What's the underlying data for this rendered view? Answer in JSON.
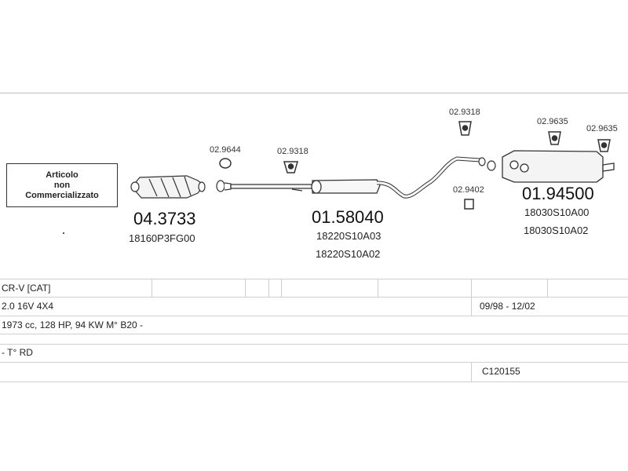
{
  "note": {
    "line1": "Articolo",
    "line2": "non",
    "line3": "Commercializzato"
  },
  "parts": {
    "catalyst": {
      "number": "04.3733",
      "oem": "18160P3FG00"
    },
    "gasket_1": {
      "code": "02.9644"
    },
    "hanger_1": {
      "code": "02.9318"
    },
    "mid_pipe": {
      "number": "01.58040",
      "oem_1": "18220S10A03",
      "oem_2": "18220S10A02"
    },
    "hanger_2": {
      "code": "02.9318"
    },
    "hanger_3": {
      "code": "02.9402"
    },
    "hanger_4": {
      "code": "02.9635"
    },
    "hanger_5": {
      "code": "02.9635"
    },
    "rear_silencer": {
      "number": "01.94500",
      "oem_1": "18030S10A00",
      "oem_2": "18030S10A02"
    }
  },
  "table": {
    "model": "CR-V  [CAT]",
    "engine": "2.0 16V 4X4",
    "years": "09/98 - 12/02",
    "specs": "1973 cc, 128 HP, 94 KW M° B20 -",
    "drive": "- T° RD",
    "code": "C120155"
  }
}
